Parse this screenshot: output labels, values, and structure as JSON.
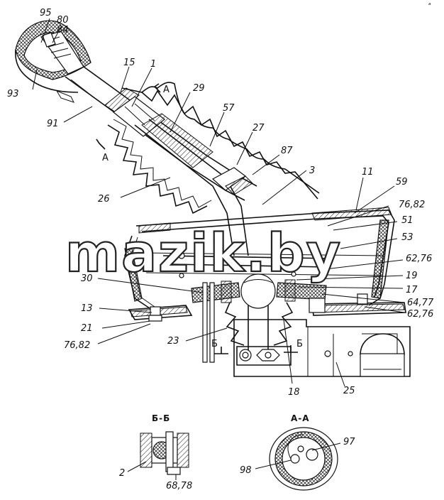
{
  "watermark": "mazik.by",
  "corner_mark": "ᵃ",
  "sections": {
    "bb_title": "Б-Б",
    "aa_title": "А-А",
    "cut_a": "А",
    "cut_b": "Б"
  },
  "callouts": [
    {
      "id": "c95",
      "text": "95"
    },
    {
      "id": "c80",
      "text": "80"
    },
    {
      "id": "c84",
      "text": "84"
    },
    {
      "id": "c15",
      "text": "15"
    },
    {
      "id": "c1",
      "text": "1"
    },
    {
      "id": "c29",
      "text": "29"
    },
    {
      "id": "c93",
      "text": "93"
    },
    {
      "id": "c91",
      "text": "91"
    },
    {
      "id": "c57",
      "text": "57"
    },
    {
      "id": "c27",
      "text": "27"
    },
    {
      "id": "c87",
      "text": "87"
    },
    {
      "id": "c3",
      "text": "3"
    },
    {
      "id": "c11",
      "text": "11"
    },
    {
      "id": "c59",
      "text": "59"
    },
    {
      "id": "c7682a",
      "text": "76,82"
    },
    {
      "id": "c26",
      "text": "26"
    },
    {
      "id": "c51",
      "text": "51"
    },
    {
      "id": "c53",
      "text": "53"
    },
    {
      "id": "c6276a",
      "text": "62,76"
    },
    {
      "id": "c30",
      "text": "30"
    },
    {
      "id": "c19",
      "text": "19"
    },
    {
      "id": "c17",
      "text": "17"
    },
    {
      "id": "c13",
      "text": "13"
    },
    {
      "id": "c6477",
      "text": "64,77"
    },
    {
      "id": "c6276b",
      "text": "62,76"
    },
    {
      "id": "c21",
      "text": "21"
    },
    {
      "id": "c23",
      "text": "23"
    },
    {
      "id": "c7682b",
      "text": "76,82"
    },
    {
      "id": "c18",
      "text": "18"
    },
    {
      "id": "c25",
      "text": "25"
    },
    {
      "id": "c97",
      "text": "97"
    },
    {
      "id": "c2",
      "text": "2"
    },
    {
      "id": "c98",
      "text": "98"
    },
    {
      "id": "c6878",
      "text": "68,78"
    }
  ]
}
